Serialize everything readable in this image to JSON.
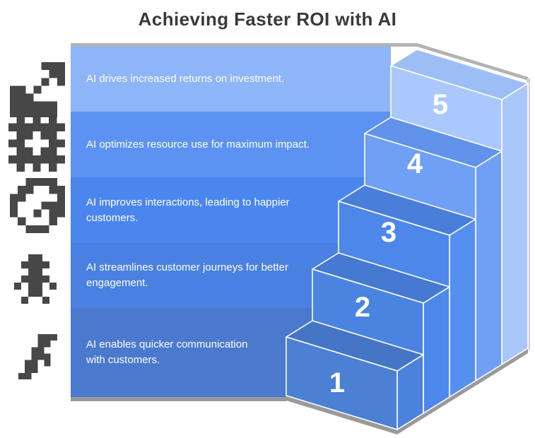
{
  "title": "Achieving Faster ROI with AI",
  "panel": {
    "rows": [
      {
        "level": 5,
        "icon": "growth-chart-icon",
        "text": "AI drives increased returns on investment."
      },
      {
        "level": 4,
        "icon": "gear-icon",
        "text": "AI optimizes resource use for maximum impact."
      },
      {
        "level": 3,
        "icon": "customer-satisfaction-icon",
        "text": "AI improves interactions, leading to happier customers."
      },
      {
        "level": 2,
        "icon": "customer-journey-icon",
        "text": "AI streamlines customer journeys for better engagement."
      },
      {
        "level": 1,
        "icon": "chat-communication-icon",
        "text": "AI enables quicker communication with customers."
      }
    ]
  },
  "staircase": {
    "steps": [
      {
        "number": "1"
      },
      {
        "number": "2"
      },
      {
        "number": "3"
      },
      {
        "number": "4"
      },
      {
        "number": "5"
      }
    ]
  },
  "palette": {
    "row_colors_top_to_bottom": [
      "#8db5f8",
      "#5c93f3",
      "#4b86ee",
      "#4a80e1",
      "#4b79cd"
    ],
    "step_front_colors": [
      "#4b80d5",
      "#4b84e0",
      "#4d87e9",
      "#6fa0f6",
      "#aac8fb"
    ],
    "step_top_colors": [
      "#4576c6",
      "#4579d2",
      "#497edb",
      "#6093e9",
      "#9dbef5"
    ],
    "step_side_colors": [
      "#4b82dc",
      "#4c88ec",
      "#5590f1",
      "#6fa0f5",
      "#aac7fa"
    ],
    "text_color": "#ffffff",
    "title_color": "#3a3a3a",
    "icon_color": "#474747",
    "shadow_color": "#9a9a9a",
    "top_shadow_color": "#b3b3b3",
    "right_edge_color": "#cfcfcf"
  }
}
